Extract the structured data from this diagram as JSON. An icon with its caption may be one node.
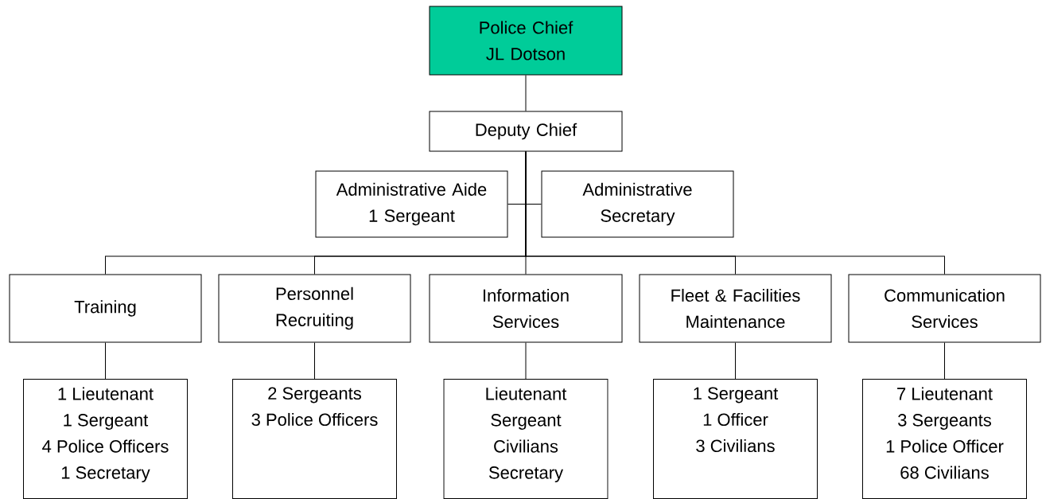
{
  "diagram": {
    "nodes": [
      {
        "text": [
          "Police Chief",
          "JL Dotson"
        ]
      },
      {
        "text": [
          "Deputy Chief"
        ]
      },
      {
        "text": [
          "Administrative Aide",
          "1 Sergeant"
        ]
      },
      {
        "text": [
          "Administrative Secretary"
        ]
      },
      {
        "text": [
          "Training"
        ]
      },
      {
        "text": [
          "Personnel Recruiting"
        ]
      },
      {
        "text": [
          "Information Services"
        ]
      },
      {
        "text": [
          "Fleet & Facilities Maintenance"
        ]
      },
      {
        "text": [
          "Communication Services"
        ]
      },
      {
        "text": [
          "1 Lieutenant",
          "1 Sergeant",
          "4 Police Officers",
          "1 Secretary"
        ]
      },
      {
        "text": [
          "2 Sergeants",
          "3 Police Officers"
        ]
      },
      {
        "text": [
          "Lieutenant",
          "Sergeant",
          "Civilians",
          "Secretary"
        ]
      },
      {
        "text": [
          "1 Sergeant",
          "1 Officer",
          "3 Civilians"
        ]
      },
      {
        "text": [
          "7 Lieutenant",
          "3 Sergeants",
          "1 Police Officer",
          "68 Civilians"
        ]
      }
    ],
    "edges": [
      {
        "from": 0,
        "to": 1,
        "arrow": "none"
      },
      {
        "from": 1,
        "to": 2,
        "arrow": "none"
      },
      {
        "from": 1,
        "to": 3,
        "arrow": "none"
      },
      {
        "from": 1,
        "to": 4,
        "arrow": "none"
      },
      {
        "from": 1,
        "to": 5,
        "arrow": "none"
      },
      {
        "from": 1,
        "to": 6,
        "arrow": "none"
      },
      {
        "from": 1,
        "to": 7,
        "arrow": "none"
      },
      {
        "from": 1,
        "to": 8,
        "arrow": "none"
      },
      {
        "from": 4,
        "to": 9,
        "arrow": "none"
      },
      {
        "from": 5,
        "to": 10,
        "arrow": "none"
      },
      {
        "from": 6,
        "to": 11,
        "arrow": "none"
      },
      {
        "from": 7,
        "to": 12,
        "arrow": "none"
      },
      {
        "from": 8,
        "to": 13,
        "arrow": "none"
      }
    ]
  }
}
